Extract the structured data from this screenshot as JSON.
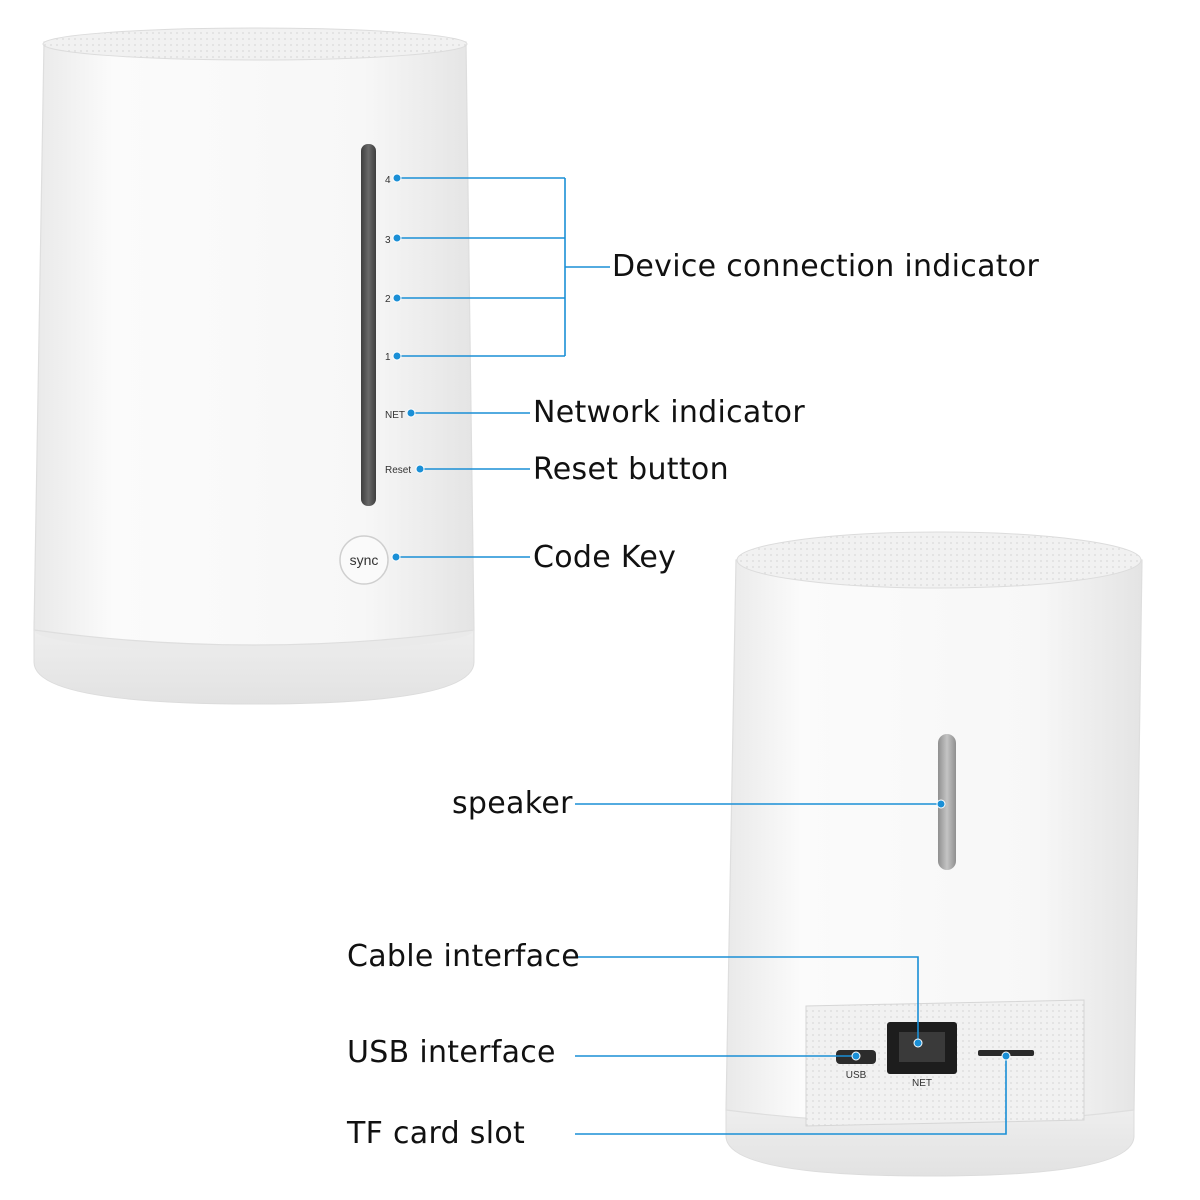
{
  "front_unit": {
    "led_labels": [
      "4",
      "3",
      "2",
      "1",
      "NET",
      "Reset"
    ],
    "sync_label": "sync"
  },
  "back_unit": {
    "port_labels": [
      "USB",
      "NET"
    ]
  },
  "callouts": {
    "device_connection": "Device connection indicator",
    "network": "Network indicator",
    "reset": "Reset button",
    "code_key": "Code Key",
    "speaker": "speaker",
    "cable": "Cable interface",
    "usb": "USB interface",
    "tf_card": "TF card slot"
  },
  "colors": {
    "leader_line": "#1a8fd6",
    "device_body": "#f6f6f6",
    "led_strip": "#565656"
  }
}
